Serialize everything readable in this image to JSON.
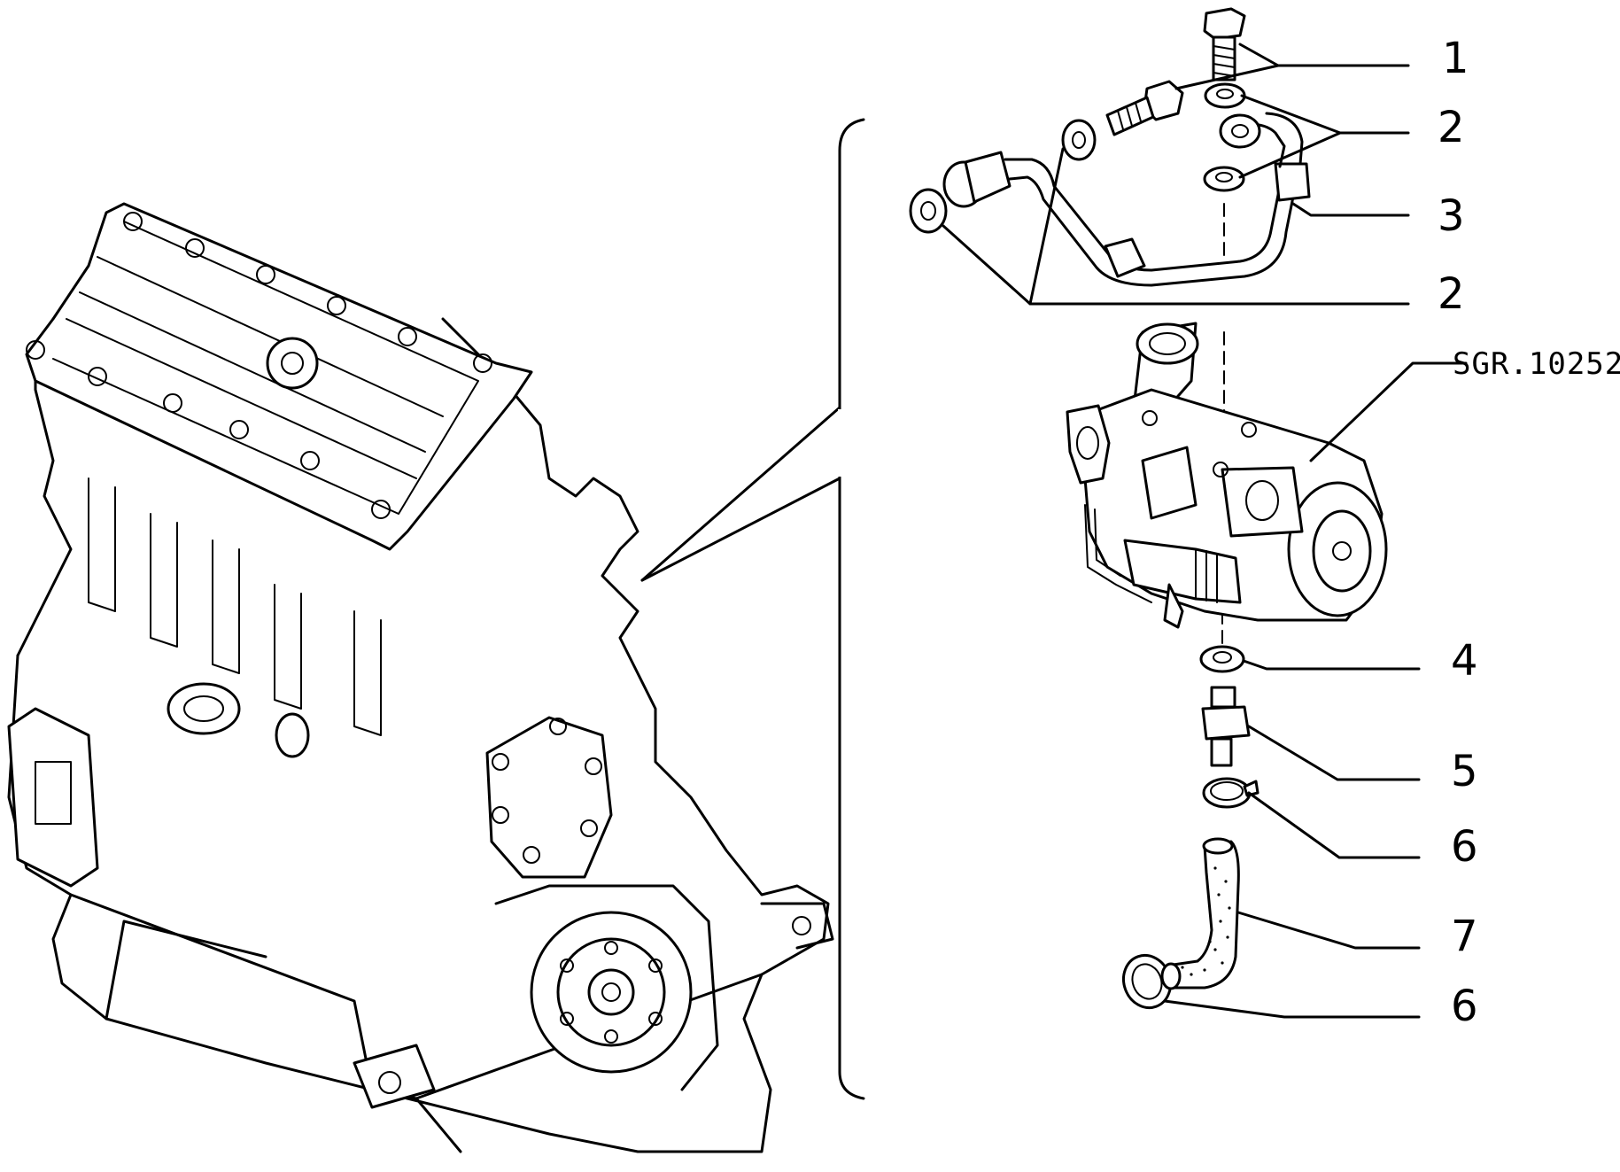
{
  "figure": {
    "reference_code": "SGR.10252",
    "callouts": [
      "1",
      "2",
      "3",
      "2",
      "4",
      "5",
      "6",
      "7",
      "6"
    ]
  }
}
